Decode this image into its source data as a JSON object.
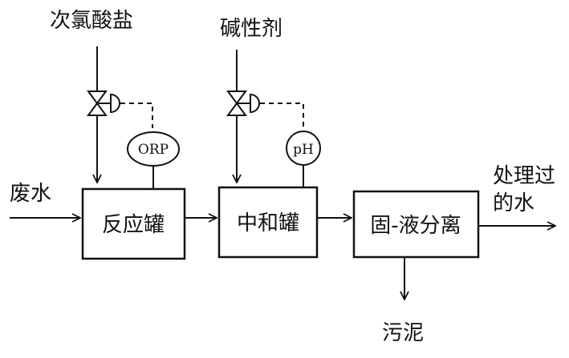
{
  "inputs": {
    "hypochlorite": "次氯酸盐",
    "alkali": "碱性剂",
    "wastewater": "废水"
  },
  "units": {
    "reaction_tank": "反应罐",
    "neutralization_tank": "中和罐",
    "solid_liquid_separation": "固-液分离"
  },
  "instruments": {
    "orp": "ORP",
    "ph": "pH"
  },
  "outputs": {
    "treated_water_line1": "处理过",
    "treated_water_line2": "的水",
    "sludge": "污泥"
  }
}
